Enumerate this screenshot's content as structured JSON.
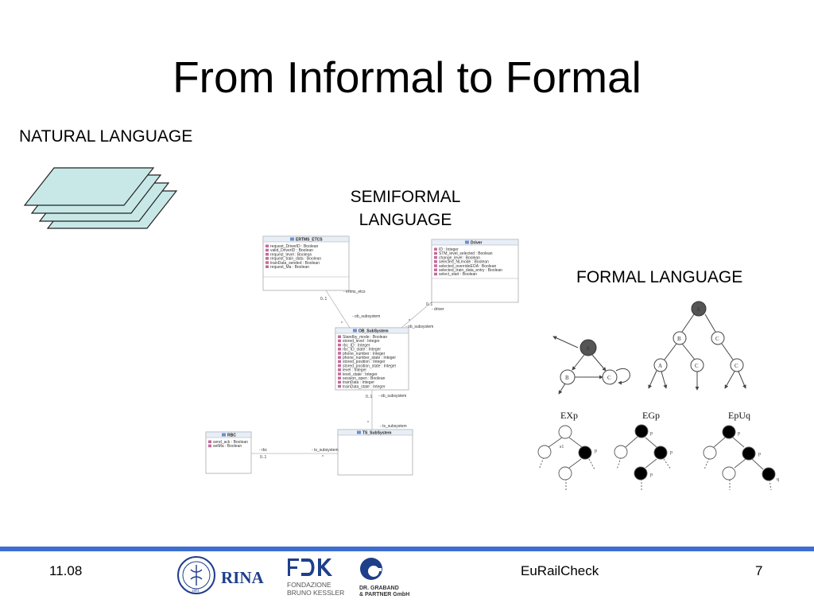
{
  "slide": {
    "title": "From Informal to Formal",
    "labels": {
      "natural": "NATURAL LANGUAGE",
      "semiformal_line1": "SEMIFORMAL",
      "semiformal_line2": "LANGUAGE",
      "formal": "FORMAL LANGUAGE"
    }
  },
  "uml": {
    "classes": [
      {
        "id": "ertms",
        "name": "ERTMS_ETCS",
        "attributes": [
          "request_DriverID : Boolean",
          "valid_DriverID : Boolean",
          "request_level : Boolean",
          "request_train_data : Boolean",
          "trainData_sended : Boolean",
          "request_Ma : Boolean"
        ]
      },
      {
        "id": "driver",
        "name": "Driver",
        "attributes": [
          "ID : Integer",
          "STM_level_selected : Boolean",
          "change_level : Boolean",
          "selected_NLmode : Boolean",
          "selected_overrideEOA : Boolean",
          "selected_train_data_entry : Boolean",
          "select_start : Boolean"
        ]
      },
      {
        "id": "ob",
        "name": "OB_SubSystem",
        "attributes": [
          "Standby_mode : Boolean",
          "stored_level : Integer",
          "rbc_ID : Integer",
          "rbc_ID_state : Integer",
          "phone_number : Integer",
          "phone_number_state : Integer",
          "stored_position : Integer",
          "stored_position_state : Integer",
          "level : Integer",
          "level_state : Integer",
          "session_open : Boolean",
          "trainData : Integer",
          "trainData_state : Integer"
        ]
      },
      {
        "id": "rbc",
        "name": "RBC",
        "attributes": [
          "send_ack : Boolean",
          "setMa : Boolean"
        ]
      },
      {
        "id": "ts",
        "name": "TS_SubSystem",
        "attributes": []
      }
    ],
    "associations": {
      "ertms_role": "- ertms_etcs",
      "ertms_mult": "0..1",
      "ob_role_1": "- ob_subsystem",
      "ob_role_2": "- ob_subsystem",
      "star_1": "*",
      "star_2": "*",
      "driver_mult": "0..1",
      "driver_role": "- driver",
      "ob_mult": "0..1",
      "ob_role_3": "- ob_subsystem",
      "ts_star": "*",
      "ts_role": "- ts_subsystem",
      "rbc_role": "- rbc",
      "rbc_mult": "0..1",
      "ts_role_2": "- ts_subsystem",
      "ts_star_2": "*"
    }
  },
  "formal": {
    "graph_nodes": {
      "a": "A",
      "b": "B",
      "c": "C"
    },
    "tree_nodes": {
      "root": "A",
      "left": "B",
      "right": "C",
      "ll": "A",
      "lr": "C",
      "rr": "C"
    },
    "formulas": {
      "ex": "EXp",
      "eg": "EGp",
      "eu": "EpUq"
    },
    "prop_labels": {
      "p": "p",
      "q": "q",
      "s1": "s1"
    }
  },
  "footer": {
    "date": "11.08",
    "name": "EuRailCheck",
    "page": "7",
    "logos": {
      "rina": "RINA",
      "rina_year": "1861",
      "fbk_line1": "FONDAZIONE",
      "fbk_line2": "BRUNO KESSLER",
      "graband_line1": "DR. GRABAND",
      "graband_line2": "& PARTNER GmbH"
    }
  },
  "colors": {
    "accent_bar": "#3e6fd0",
    "paper_fill": "#c8e8e8",
    "node_dark": "#555555"
  }
}
